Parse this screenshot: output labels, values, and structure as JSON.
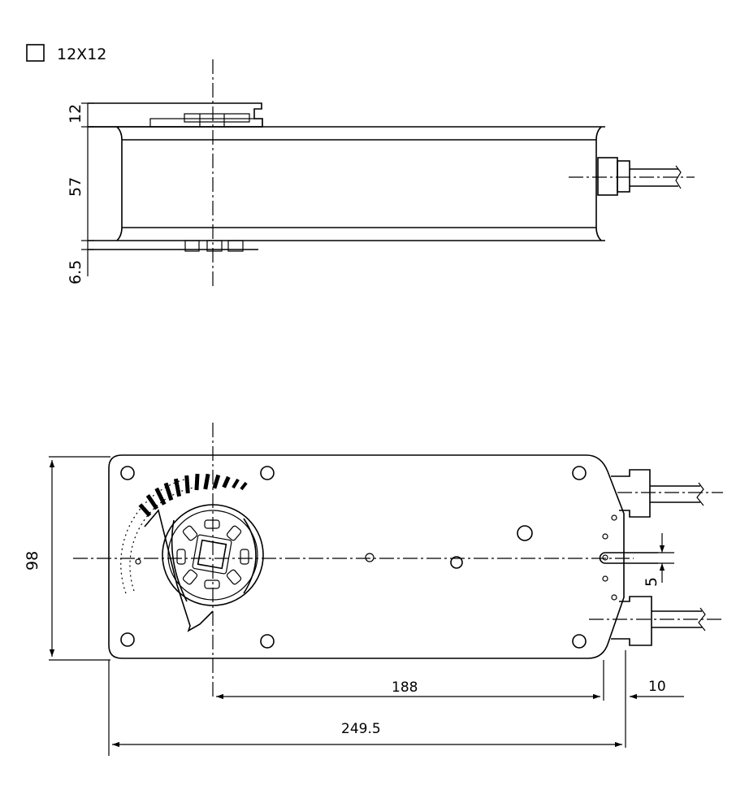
{
  "legend": {
    "symbol": "square-icon",
    "label": "12X12"
  },
  "side_view": {
    "dims": {
      "top": "12",
      "body": "57",
      "bottom": "6.5"
    }
  },
  "plan_view": {
    "dims": {
      "height": "98",
      "hole": "5",
      "center_offset": "188",
      "cable_offset": "10",
      "overall_length": "249.5"
    }
  }
}
